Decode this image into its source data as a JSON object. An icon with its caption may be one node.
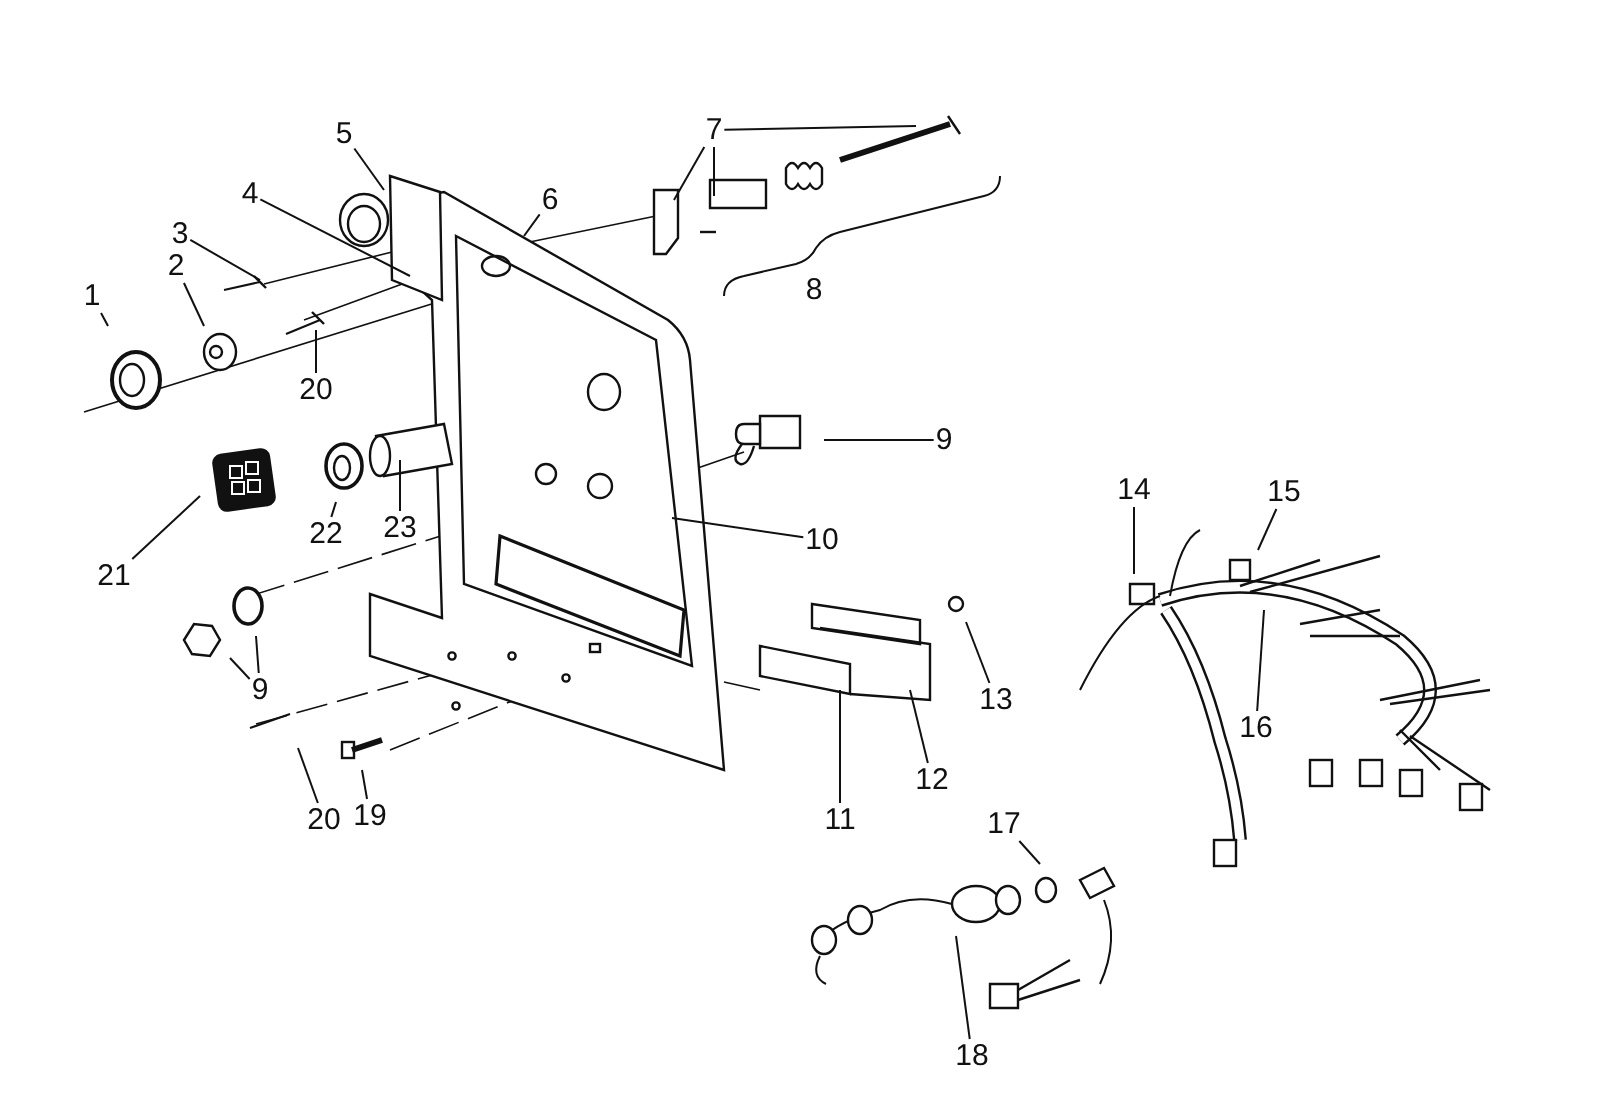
{
  "diagram": {
    "nodes": [
      {
        "text": [
          "7"
        ]
      },
      {
        "text": [
          "5"
        ]
      },
      {
        "text": [
          "4"
        ]
      },
      {
        "text": [
          "6"
        ]
      },
      {
        "text": [
          "3"
        ]
      },
      {
        "text": [
          "2"
        ]
      },
      {
        "text": [
          "1"
        ]
      },
      {
        "text": [
          "20"
        ]
      },
      {
        "text": [
          "9"
        ]
      },
      {
        "text": [
          "21"
        ]
      },
      {
        "text": [
          "22"
        ]
      },
      {
        "text": [
          "23"
        ]
      },
      {
        "text": [
          "10"
        ]
      },
      {
        "text": [
          "14"
        ]
      },
      {
        "text": [
          "15"
        ]
      },
      {
        "text": [
          "9"
        ]
      },
      {
        "text": [
          "13"
        ]
      },
      {
        "text": [
          "16"
        ]
      },
      {
        "text": [
          "11"
        ]
      },
      {
        "text": [
          "12"
        ]
      },
      {
        "text": [
          "20"
        ]
      },
      {
        "text": [
          "19"
        ]
      },
      {
        "text": [
          "17"
        ]
      },
      {
        "text": [
          "18"
        ]
      }
    ],
    "edges": [
      {
        "from": 0,
        "to": null,
        "arrow": "none"
      },
      {
        "from": 0,
        "to": null,
        "arrow": "none"
      },
      {
        "from": 0,
        "to": null,
        "arrow": "none"
      },
      {
        "from": 1,
        "to": null,
        "arrow": "none"
      },
      {
        "from": 2,
        "to": null,
        "arrow": "none"
      },
      {
        "from": 3,
        "to": null,
        "arrow": "none"
      },
      {
        "from": 4,
        "to": null,
        "arrow": "none"
      },
      {
        "from": 5,
        "to": null,
        "arrow": "none"
      },
      {
        "from": 6,
        "to": null,
        "arrow": "none"
      },
      {
        "from": 7,
        "to": null,
        "arrow": "none"
      },
      {
        "from": 8,
        "to": null,
        "arrow": "none"
      },
      {
        "from": 9,
        "to": null,
        "arrow": "none"
      },
      {
        "from": 10,
        "to": null,
        "arrow": "none"
      },
      {
        "from": 11,
        "to": null,
        "arrow": "none"
      },
      {
        "from": 12,
        "to": null,
        "arrow": "none"
      },
      {
        "from": 13,
        "to": null,
        "arrow": "none"
      },
      {
        "from": 14,
        "to": null,
        "arrow": "none"
      },
      {
        "from": 15,
        "to": null,
        "arrow": "none"
      },
      {
        "from": 15,
        "to": null,
        "arrow": "none"
      },
      {
        "from": 16,
        "to": null,
        "arrow": "none"
      },
      {
        "from": 17,
        "to": null,
        "arrow": "none"
      },
      {
        "from": 18,
        "to": null,
        "arrow": "none"
      },
      {
        "from": 19,
        "to": null,
        "arrow": "none"
      },
      {
        "from": 20,
        "to": null,
        "arrow": "none"
      },
      {
        "from": 21,
        "to": null,
        "arrow": "none"
      },
      {
        "from": 22,
        "to": null,
        "arrow": "none"
      },
      {
        "from": 23,
        "to": null,
        "arrow": "none"
      }
    ],
    "labels": [
      "8"
    ]
  }
}
